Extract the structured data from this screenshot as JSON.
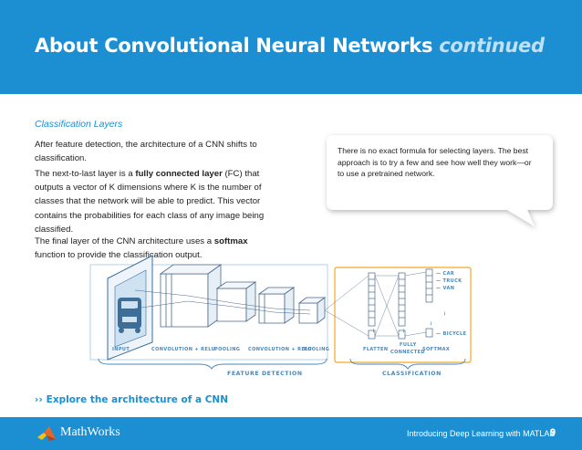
{
  "header": {
    "title_main": "About Convolutional Neural Networks",
    "title_continued": "continued",
    "background_color": "#1b8fd2"
  },
  "section": {
    "heading": "Classification Layers"
  },
  "paragraphs": {
    "p1": "After feature detection, the architecture of a CNN shifts to classification.",
    "p2_before": "The next-to-last layer is a ",
    "p2_bold": "fully connected layer",
    "p2_after": " (FC) that outputs a vector of K dimensions where K is the number of classes that the network will be able to predict.  This vector contains the probabilities for each class of any image being classified.",
    "p3_before": "The final layer of the CNN architecture uses a ",
    "p3_bold": "softmax",
    "p3_after": " function to provide the classification output."
  },
  "callout": {
    "text": "There is no exact formula for selecting layers. The best approach is to try a few and see how well they work—or to use a pretrained network."
  },
  "diagram": {
    "stage_labels": {
      "input": "INPUT",
      "conv1": "CONVOLUTION + RELU",
      "pool1": "POOLING",
      "conv2": "CONVOLUTION + RELU",
      "pool2": "POOLING",
      "flatten": "FLATTEN",
      "fc_line1": "FULLY",
      "fc_line2": "CONNECTED",
      "softmax": "SOFTMAX"
    },
    "output_classes": [
      "CAR",
      "TRUCK",
      "VAN",
      "BICYCLE"
    ],
    "ellipsis": "⋮",
    "feature_detection": "FEATURE DETECTION",
    "classification": "CLASSIFICATION",
    "highlight_color": "#f5a623"
  },
  "link": {
    "chevron": "››",
    "label": "Explore the architecture of a CNN"
  },
  "footer": {
    "brand": "MathWorks",
    "title": "Introducing Deep Learning with MATLAB",
    "page_number": "9"
  }
}
